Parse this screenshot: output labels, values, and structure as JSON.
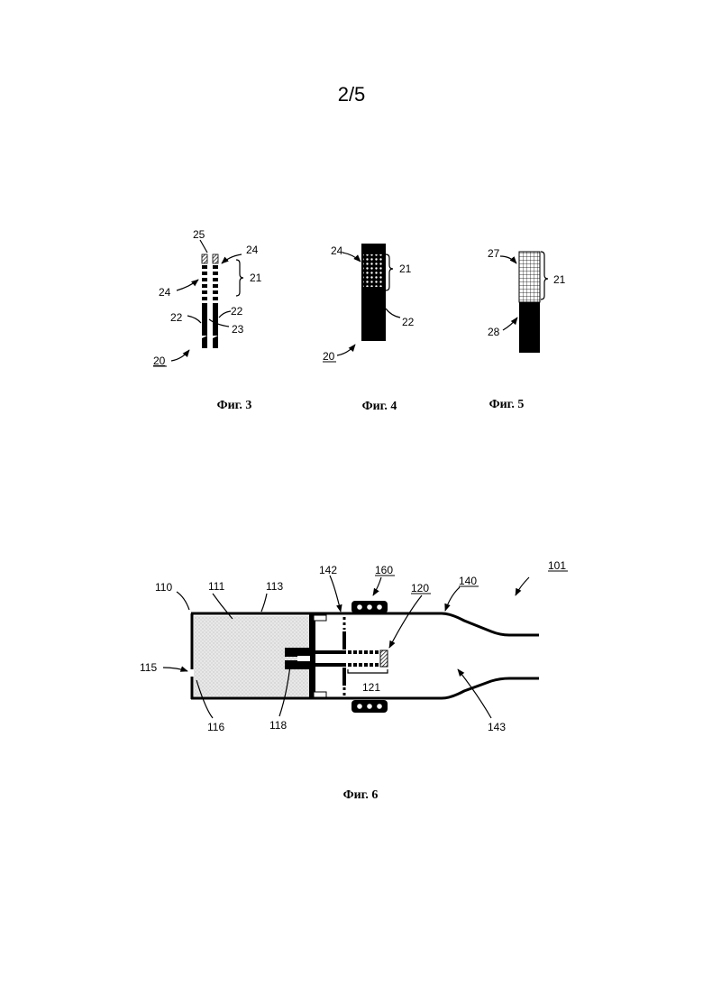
{
  "page": {
    "number": "2/5"
  },
  "fig3": {
    "caption": "Фиг. 3",
    "labels": {
      "l25": "25",
      "l24a": "24",
      "l24b": "24",
      "l21": "21",
      "l22a": "22",
      "l22b": "22",
      "l23": "23",
      "l20": "20"
    }
  },
  "fig4": {
    "caption": "Фиг. 4",
    "labels": {
      "l24": "24",
      "l21": "21",
      "l22": "22",
      "l20": "20"
    }
  },
  "fig5": {
    "caption": "Фиг. 5",
    "labels": {
      "l27": "27",
      "l21": "21",
      "l28": "28"
    }
  },
  "fig6": {
    "caption": "Фиг. 6",
    "labels": {
      "l101": "101",
      "l110": "110",
      "l111": "111",
      "l113": "113",
      "l142": "142",
      "l160": "160",
      "l120": "120",
      "l140": "140",
      "l115": "115",
      "l121": "121",
      "l116": "116",
      "l118": "118",
      "l143": "143"
    }
  }
}
